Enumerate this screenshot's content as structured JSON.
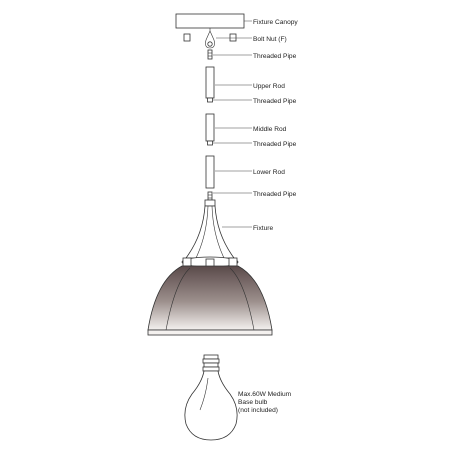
{
  "labels": {
    "fixture_canopy": "Fixture Canopy",
    "bolt_nut": "Bolt Nut (F)",
    "threaded_pipe_1": "Threaded Pipe",
    "upper_rod": "Upper Rod",
    "threaded_pipe_2": "Threaded Pipe",
    "middle_rod": "Middle Rod",
    "threaded_pipe_3": "Threaded Pipe",
    "lower_rod": "Lower Rod",
    "threaded_pipe_4": "Threaded Pipe",
    "fixture": "Fixture",
    "bulb_note": [
      "Max.60W Medium",
      "Base bulb",
      "(not included)"
    ]
  },
  "colors": {
    "line": "#333333",
    "shade_dark": "#5a4a4a",
    "shade_light": "#f2f0ee",
    "background": "#ffffff"
  }
}
